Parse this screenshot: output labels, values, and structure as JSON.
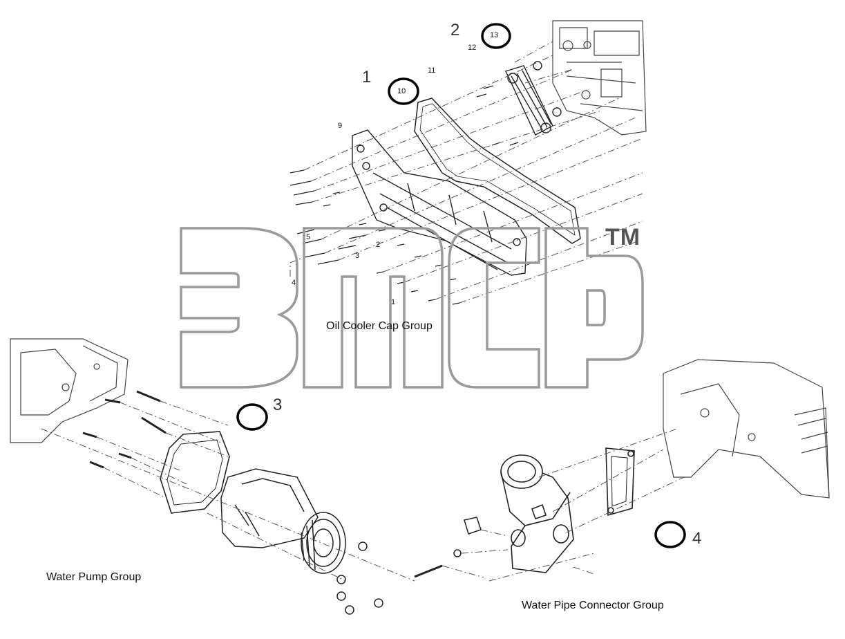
{
  "diagram": {
    "callouts_large": [
      "1",
      "2",
      "3",
      "4"
    ],
    "callouts_circled": [
      "10",
      "13"
    ],
    "callouts_small": [
      "11",
      "12",
      "9",
      "5",
      "2",
      "3",
      "4",
      "1"
    ],
    "group_labels": {
      "oil_cooler": "Oil Cooler Cap Group",
      "water_pump": "Water Pump Group",
      "water_pipe": "Water Pipe Connector Group"
    },
    "watermark": {
      "mark": "TM",
      "logo_name": "emp-watermark-logo"
    },
    "colors": {
      "line": "#222222",
      "highlight_ring": "#000000",
      "watermark": "#9a9a9a"
    }
  }
}
